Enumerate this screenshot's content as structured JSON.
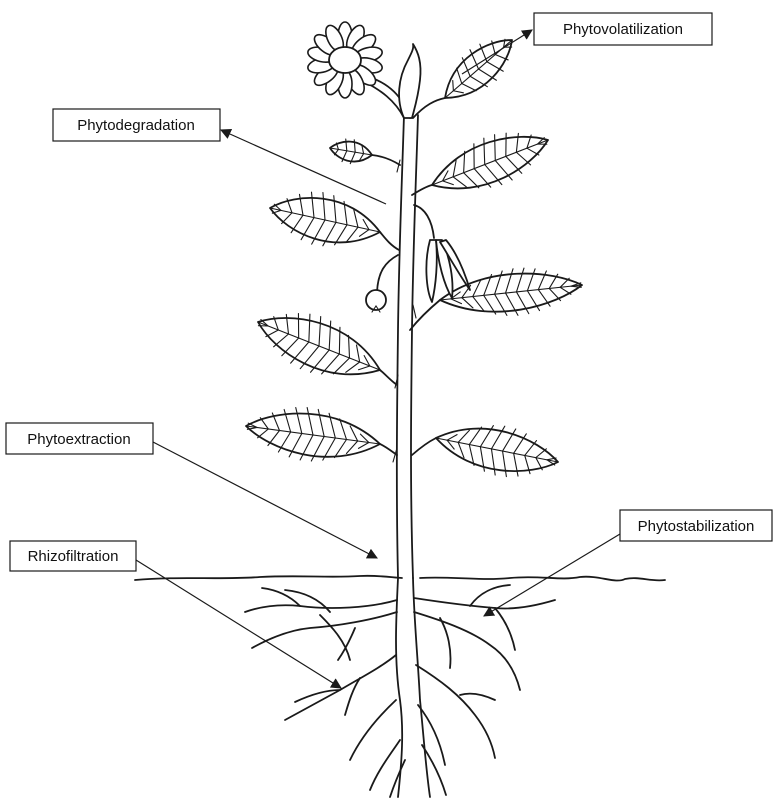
{
  "labels": {
    "phytovolatilization": "Phytovolatilization",
    "phytodegradation": "Phytodegradation",
    "phytoextraction": "Phytoextraction",
    "phytostabilization": "Phytostabilization",
    "rhizofiltration": "Rhizofiltration"
  },
  "colors": {
    "ink": "#1a1a1a",
    "background": "#ffffff"
  }
}
